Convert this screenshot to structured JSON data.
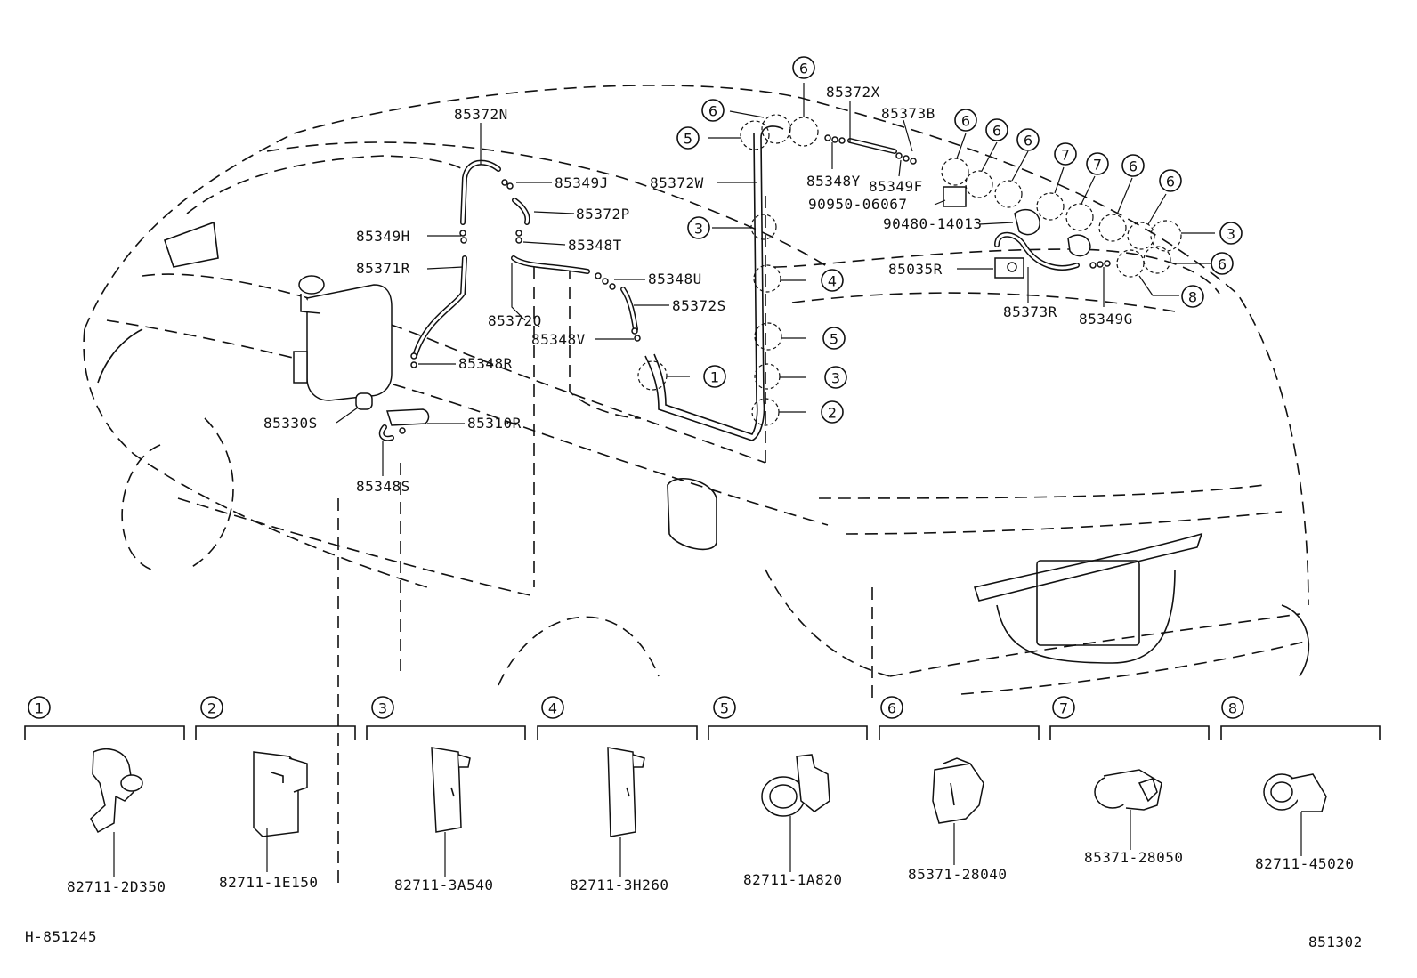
{
  "diagram_code_left": "H-851245",
  "diagram_code_right": "851302",
  "callouts": [
    {
      "id": "85372N",
      "text": "85372N"
    },
    {
      "id": "85349J",
      "text": "85349J"
    },
    {
      "id": "85372P",
      "text": "85372P"
    },
    {
      "id": "85349H",
      "text": "85349H"
    },
    {
      "id": "85348T",
      "text": "85348T"
    },
    {
      "id": "85371R",
      "text": "85371R"
    },
    {
      "id": "85348U",
      "text": "85348U"
    },
    {
      "id": "85372S",
      "text": "85372S"
    },
    {
      "id": "85372Q",
      "text": "85372Q"
    },
    {
      "id": "85348V",
      "text": "85348V"
    },
    {
      "id": "85348R",
      "text": "85348R"
    },
    {
      "id": "85330S",
      "text": "85330S"
    },
    {
      "id": "85310R",
      "text": "85310R"
    },
    {
      "id": "85348S",
      "text": "85348S"
    },
    {
      "id": "85372W",
      "text": "85372W"
    },
    {
      "id": "85372X",
      "text": "85372X"
    },
    {
      "id": "85373B",
      "text": "85373B"
    },
    {
      "id": "85348Y",
      "text": "85348Y"
    },
    {
      "id": "85349F",
      "text": "85349F"
    },
    {
      "id": "90950-06067",
      "text": "90950-06067"
    },
    {
      "id": "90480-14013",
      "text": "90480-14013"
    },
    {
      "id": "85035R",
      "text": "85035R"
    },
    {
      "id": "85373R",
      "text": "85373R"
    },
    {
      "id": "85349G",
      "text": "85349G"
    }
  ],
  "circle_refs": [
    "6",
    "6",
    "5",
    "6",
    "6",
    "6",
    "7",
    "7",
    "6",
    "6",
    "3",
    "6",
    "8",
    "3",
    "4",
    "5",
    "3",
    "2",
    "1"
  ],
  "legend": [
    {
      "num": "1",
      "part": "82711-2D350"
    },
    {
      "num": "2",
      "part": "82711-1E150"
    },
    {
      "num": "3",
      "part": "82711-3A540"
    },
    {
      "num": "4",
      "part": "82711-3H260"
    },
    {
      "num": "5",
      "part": "82711-1A820"
    },
    {
      "num": "6",
      "part": "85371-28040"
    },
    {
      "num": "7",
      "part": "85371-28050"
    },
    {
      "num": "8",
      "part": "82711-45020"
    }
  ]
}
